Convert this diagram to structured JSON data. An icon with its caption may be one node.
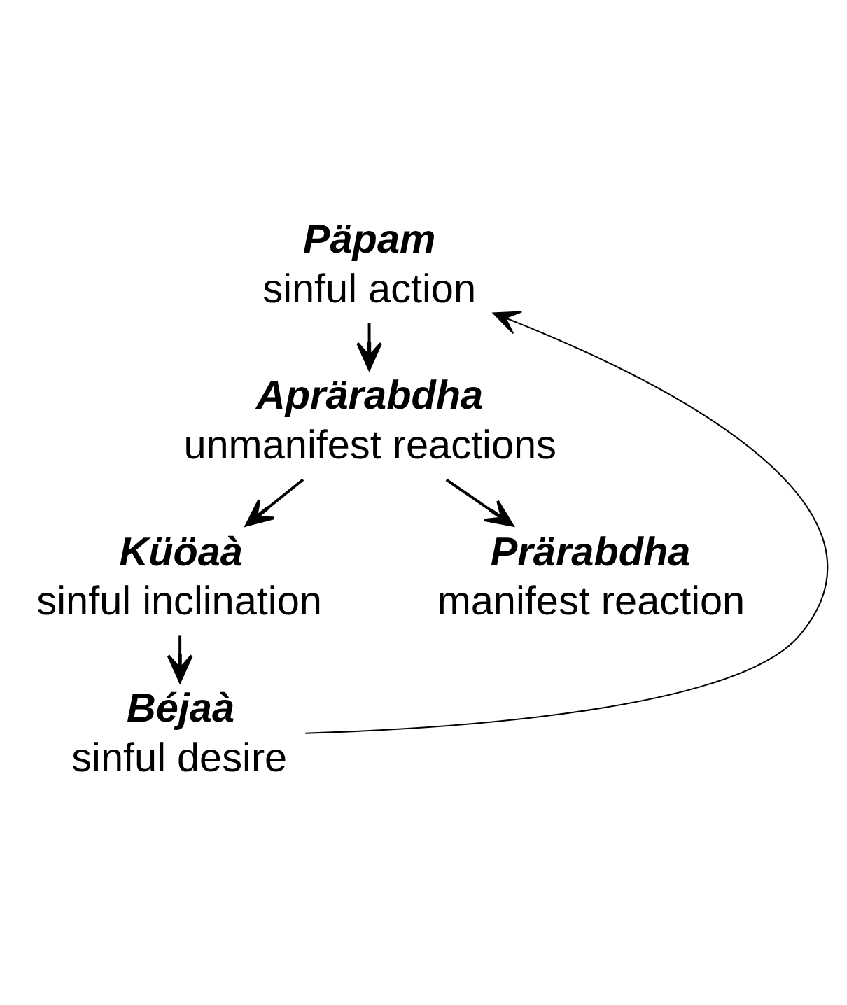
{
  "diagram": {
    "nodes": [
      {
        "text": [
          "Päpam",
          "sinful action"
        ]
      },
      {
        "text": [
          "Aprärabdha",
          "unmanifest reactions"
        ]
      },
      {
        "text": [
          "Küöaà",
          "sinful inclination"
        ]
      },
      {
        "text": [
          "Béjaà",
          "sinful desire"
        ]
      },
      {
        "text": [
          "Prärabdha",
          "manifest reaction"
        ]
      }
    ],
    "edges": [
      {
        "from": 0,
        "to": 1,
        "arrow": "to"
      },
      {
        "from": 1,
        "to": 2,
        "arrow": "to"
      },
      {
        "from": 1,
        "to": 4,
        "arrow": "to"
      },
      {
        "from": 2,
        "to": 3,
        "arrow": "to"
      },
      {
        "from": 3,
        "to": 0,
        "arrow": "to"
      }
    ]
  }
}
